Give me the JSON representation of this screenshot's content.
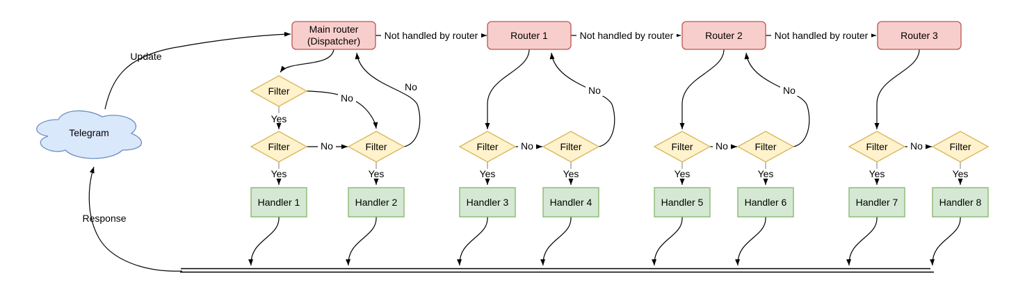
{
  "labels": {
    "cloud": "Telegram",
    "update": "Update",
    "response": "Response",
    "not_handled": "Not handled by router",
    "yes": "Yes",
    "no": "No",
    "filter": "Filter",
    "dispatcher_line1": "Main router",
    "dispatcher_line2": "(Dispatcher)",
    "routers": [
      "Router 1",
      "Router 2",
      "Router 3"
    ],
    "handlers": [
      "Handler 1",
      "Handler 2",
      "Handler 3",
      "Handler 4",
      "Handler 5",
      "Handler 6",
      "Handler 7",
      "Handler 8"
    ]
  },
  "colors": {
    "router_fill": "#f8cecc",
    "router_stroke": "#b85450",
    "filter_fill": "#fff2cc",
    "filter_stroke": "#d6b656",
    "handler_fill": "#d5e8d4",
    "handler_stroke": "#82b366",
    "cloud_fill": "#dae8fc",
    "cloud_stroke": "#6c8ebf",
    "edge": "#000000",
    "yes_stub": "#999999",
    "label_bg": "#ffffff"
  }
}
